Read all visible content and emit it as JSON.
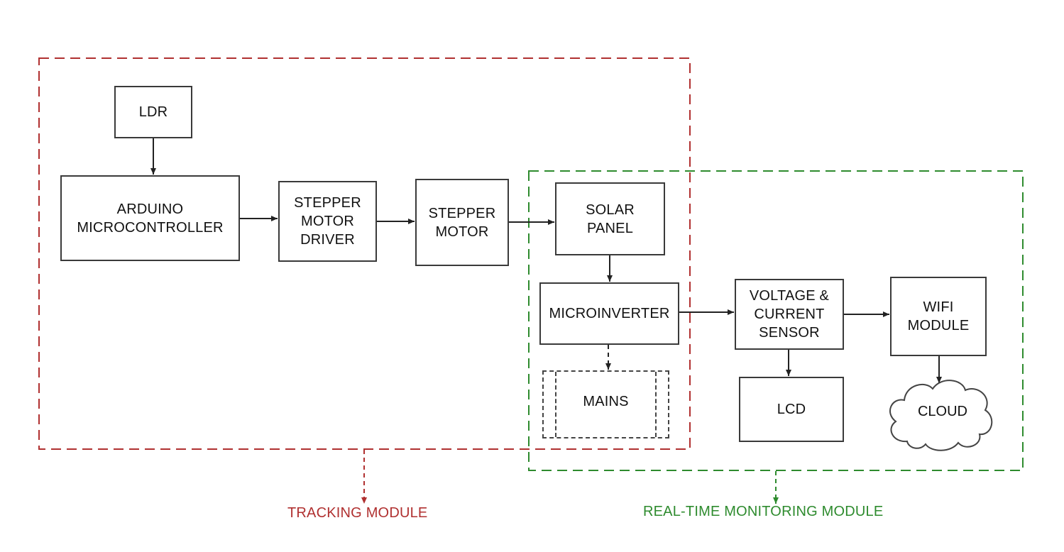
{
  "colors": {
    "tracking": "#b03030",
    "monitoring": "#2e8b2e",
    "stroke": "#3a3a3a"
  },
  "nodes": {
    "ldr": "LDR",
    "arduino": "ARDUINO\nMICROCONTROLLER",
    "driver": "STEPPER\nMOTOR\nDRIVER",
    "stepper_motor": "STEPPER\nMOTOR",
    "solar_panel": "SOLAR\nPANEL",
    "microinverter": "MICROINVERTER",
    "mains": "MAINS",
    "sensor": "VOLTAGE &\nCURRENT\nSENSOR",
    "lcd": "LCD",
    "wifi": "WIFI\nMODULE",
    "cloud": "CLOUD"
  },
  "modules": {
    "tracking": "TRACKING MODULE",
    "monitoring": "REAL-TIME MONITORING MODULE"
  }
}
